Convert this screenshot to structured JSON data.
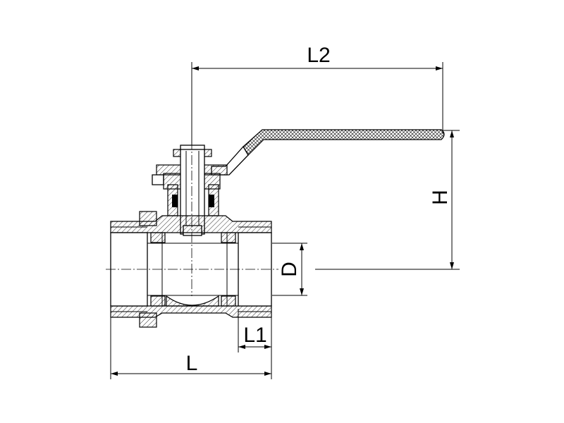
{
  "diagram": {
    "dimensions": {
      "L2": "L2",
      "H": "H",
      "D": "D",
      "L1": "L1",
      "L": "L"
    }
  }
}
